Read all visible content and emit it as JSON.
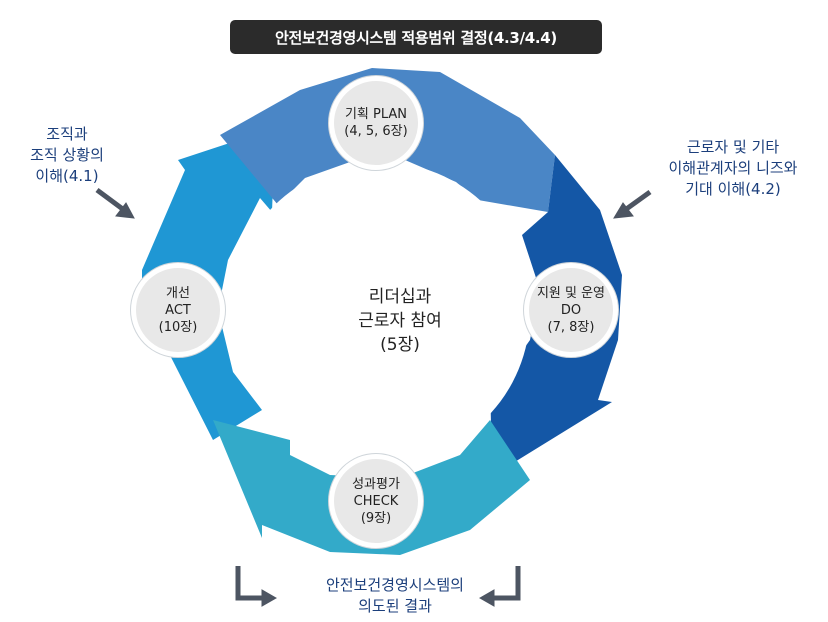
{
  "title": "안전보건경영시스템 적용범위 결정(4.3/4.4)",
  "left_note": [
    "조직과",
    "조직 상황의",
    "이해(4.1)"
  ],
  "right_note": [
    "근로자 및 기타",
    "이해관계자의 니즈와",
    "기대 이해(4.2)"
  ],
  "center": [
    "리더십과",
    "근로자 참여",
    "(5장)"
  ],
  "nodes": {
    "plan": {
      "lines": [
        "기획 PLAN",
        "(4, 5, 6장)"
      ]
    },
    "do": {
      "lines": [
        "지원 및 운영",
        "DO",
        "(7, 8장)"
      ]
    },
    "check": {
      "lines": [
        "성과평가",
        "CHECK",
        "(9장)"
      ]
    },
    "act": {
      "lines": [
        "개선",
        "ACT",
        "(10장)"
      ]
    }
  },
  "outcome": [
    "안전보건경영시스템의",
    "의도된 결과"
  ],
  "colors": {
    "plan": "#4a86c6",
    "do": "#1457a6",
    "check": "#33aac9",
    "act": "#1f97d4",
    "arrow_gray": "#4d5562",
    "text_blue": "#1c3f7c"
  }
}
